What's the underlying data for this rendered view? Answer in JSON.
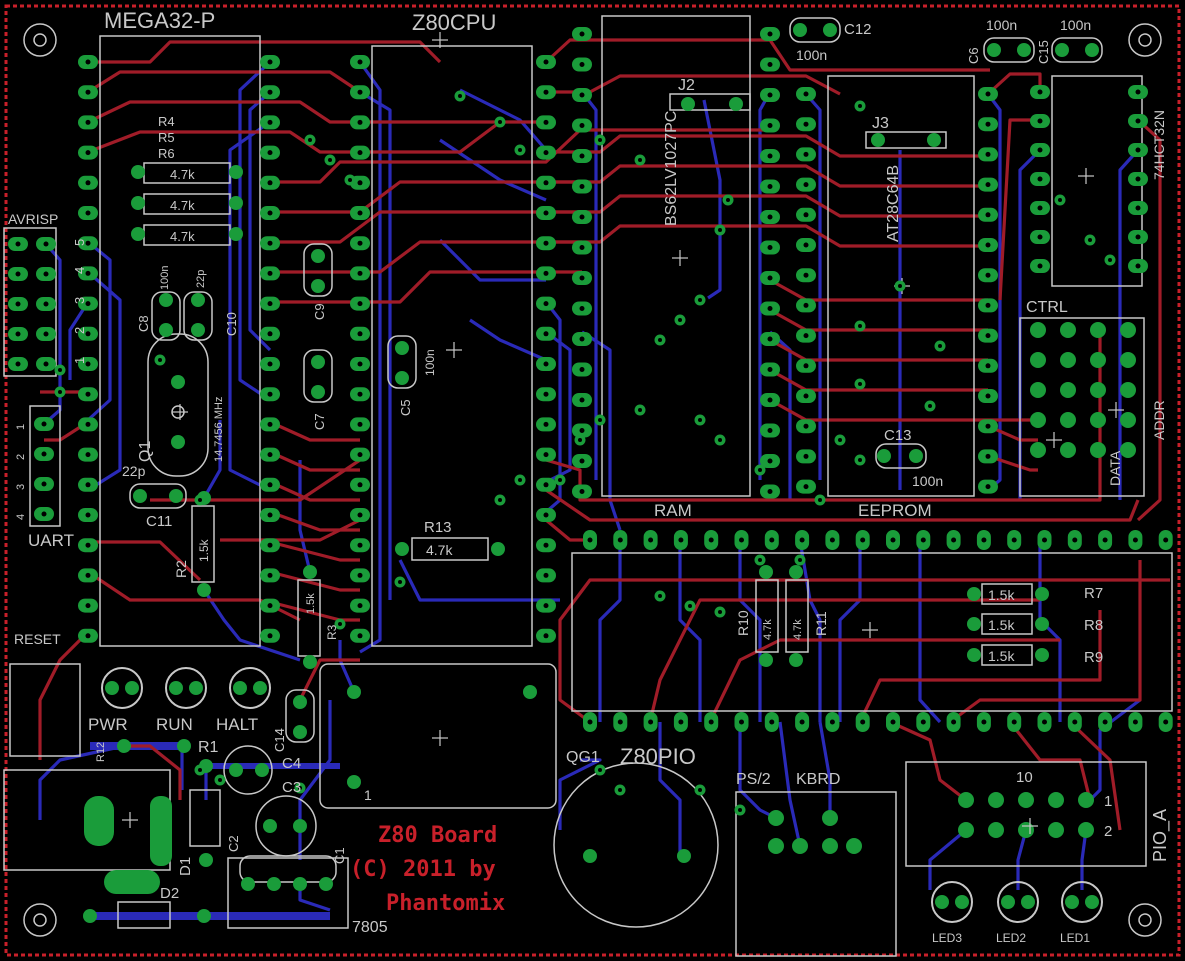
{
  "colors": {
    "background": "#000000",
    "outline": "#c8202a",
    "top_trace": "#a01c28",
    "bottom_trace": "#2a2ab8",
    "pad": "#1a9c3a",
    "via": "#c0c0c0",
    "silkscreen": "#c8c8c8"
  },
  "labels": {
    "mega32": "MEGA32-P",
    "z80cpu": "Z80CPU",
    "ram_part": "BS62LV1027PC",
    "ram": "RAM",
    "eeprom_part": "AT28C64B",
    "eeprom": "EEPROM",
    "logic_part": "74HCT32N",
    "avrisp": "AVRISP",
    "uart": "UART",
    "reset": "RESET",
    "pwr": "PWR",
    "run": "RUN",
    "halt": "HALT",
    "z80pio": "Z80PIO",
    "qg1": "QG1",
    "ps2": "PS/2",
    "kbrd": "KBRD",
    "pio_a": "PIO_A",
    "ctrl": "CTRL",
    "addr": "ADDR",
    "data": "DATA",
    "j2": "J2",
    "j3": "J3",
    "crystal_freq": "14.7456 MHz",
    "regulator": "7805",
    "led1": "LED1",
    "led2": "LED2",
    "led3": "LED3",
    "osc_pin1": "1",
    "pio_pin1": "1",
    "pio_pin2": "2",
    "pio_pin10": "10"
  },
  "credit": {
    "line1": "Z80 Board",
    "line2": "(C) 2011 by",
    "line3": "Phantomix"
  },
  "components": {
    "r4": "R4",
    "r5": "R5",
    "r6": "R6",
    "r4_val": "4.7k",
    "r5_val": "4.7k",
    "r6_val": "4.7k",
    "r13": "R13",
    "r13_val": "4.7k",
    "r2": "R2",
    "r2_val": "1.5k",
    "r3": "R3",
    "r3_val": "1.5k",
    "r1": "R1",
    "r12": "R12",
    "r10": "R10",
    "r10_val": "4.7k",
    "r11": "R11",
    "r11_val": "4.7k",
    "r7": "R7",
    "r7_val": "1.5k",
    "r8": "R8",
    "r8_val": "1.5k",
    "r9": "R9",
    "r9_val": "1.5k",
    "c1": "C1",
    "c2": "C2",
    "c3": "C3",
    "c4": "C4",
    "c5": "C5",
    "c5_val": "100n",
    "c6": "C6",
    "c6_val": "100n",
    "c7": "C7",
    "c8": "C8",
    "c8_val": "100n",
    "c9": "C9",
    "c10": "C10",
    "c10_val": "22p",
    "c11": "C11",
    "c11_val": "22p",
    "c12": "C12",
    "c12_val": "100n",
    "c13": "C13",
    "c13_val": "100n",
    "c14": "C14",
    "c15": "C15",
    "c15_val": "100n",
    "q1": "Q1",
    "d1": "D1",
    "d2": "D2"
  },
  "pin_numbers": {
    "avrisp": [
      "1",
      "2",
      "3",
      "4",
      "5"
    ],
    "uart": [
      "1",
      "2",
      "3",
      "4"
    ]
  }
}
